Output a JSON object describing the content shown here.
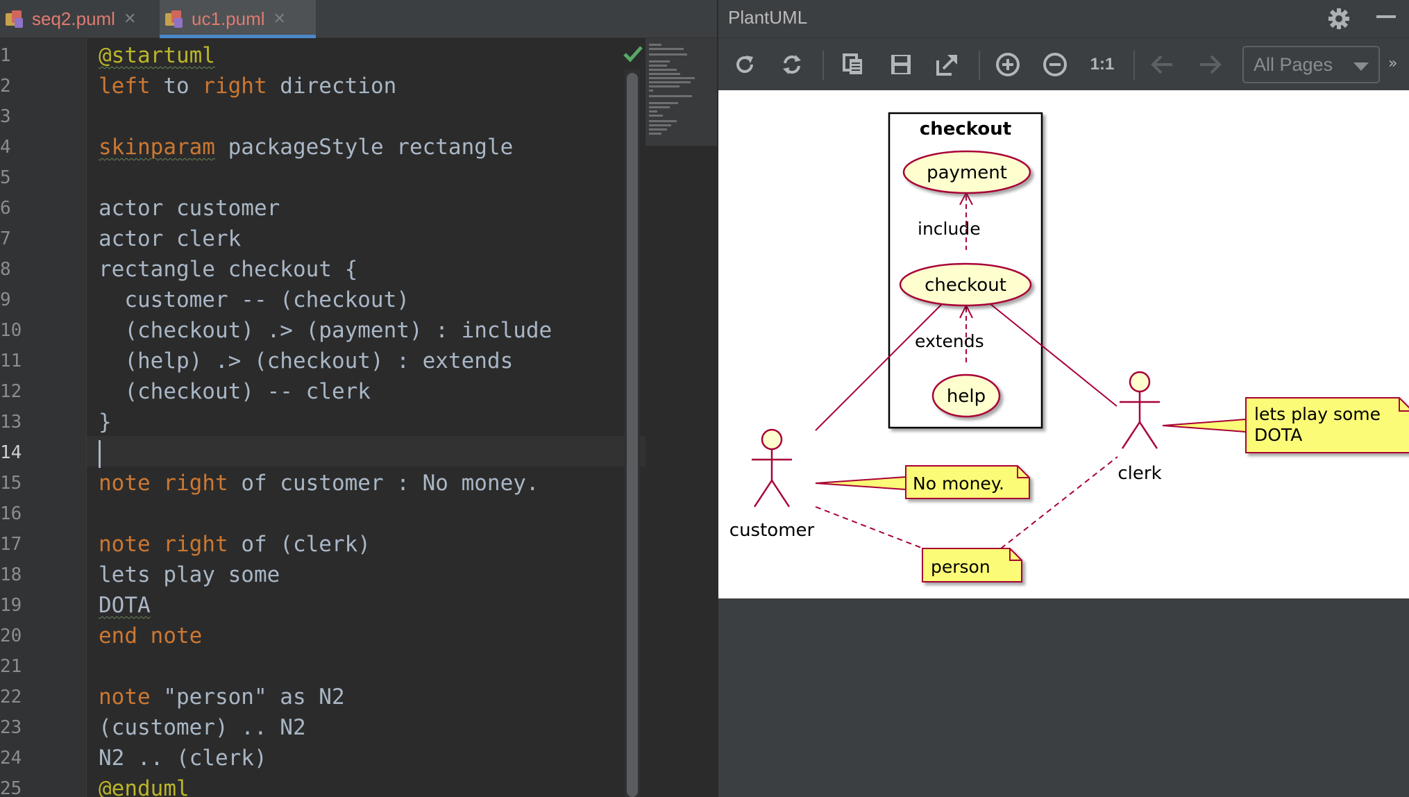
{
  "tabs": [
    {
      "label": "seq2.puml",
      "close": "✕"
    },
    {
      "label": "uc1.puml",
      "close": "✕"
    }
  ],
  "editor": {
    "line_numbers": [
      "1",
      "2",
      "3",
      "4",
      "5",
      "6",
      "7",
      "8",
      "9",
      "10",
      "11",
      "12",
      "13",
      "14",
      "15",
      "16",
      "17",
      "18",
      "19",
      "20",
      "21",
      "22",
      "23",
      "24",
      "25"
    ],
    "current_line": "14",
    "lines": {
      "l1": "@startuml",
      "l2a": "left",
      "l2b": " to ",
      "l2c": "right",
      "l2d": " direction",
      "l4a": "skinparam",
      "l4b": " packageStyle rectangle",
      "l6": "actor customer",
      "l7": "actor clerk",
      "l8": "rectangle checkout {",
      "l9": "  customer -- (checkout)",
      "l10": "  (checkout) .> (payment) : include",
      "l11": "  (help) .> (checkout) : extends",
      "l12": "  (checkout) -- clerk",
      "l13": "}",
      "l15a": "note",
      "l15b": " ",
      "l15c": "right",
      "l15d": " of customer : No money.",
      "l17a": "note",
      "l17b": " ",
      "l17c": "right",
      "l17d": " of (clerk)",
      "l18": "lets play some",
      "l19": "DOTA",
      "l20a": "end",
      "l20b": " ",
      "l20c": "note",
      "l22a": "note",
      "l22b": " \"person\" as N2",
      "l23": "(customer) .. N2",
      "l24": "N2 .. (clerk)",
      "l25": "@enduml"
    }
  },
  "plantuml_panel": {
    "title": "PlantUML",
    "zoom_actual": "1:1",
    "pages_select": "All Pages",
    "more": "»",
    "toolbar_icons": [
      "refresh-icon",
      "sync-icon",
      "copy-icon",
      "save-icon",
      "export-icon",
      "zoom-in-icon",
      "zoom-out-icon",
      "zoom-actual-icon",
      "back-arrow-icon",
      "forward-arrow-icon"
    ]
  },
  "diagram": {
    "rectangle_title": "checkout",
    "usecases": {
      "payment": "payment",
      "checkout": "checkout",
      "help": "help"
    },
    "edge_labels": {
      "include": "include",
      "extends": "extends"
    },
    "actors": {
      "customer": "customer",
      "clerk": "clerk"
    },
    "notes": {
      "customer": "No money.",
      "clerk_line1": "lets play some",
      "clerk_line2": "DOTA",
      "person": "person"
    },
    "colors": {
      "line": "#a80036",
      "usecase_fill": "#fefece",
      "note_fill": "#fbfb77",
      "note_border": "#a80036"
    }
  }
}
